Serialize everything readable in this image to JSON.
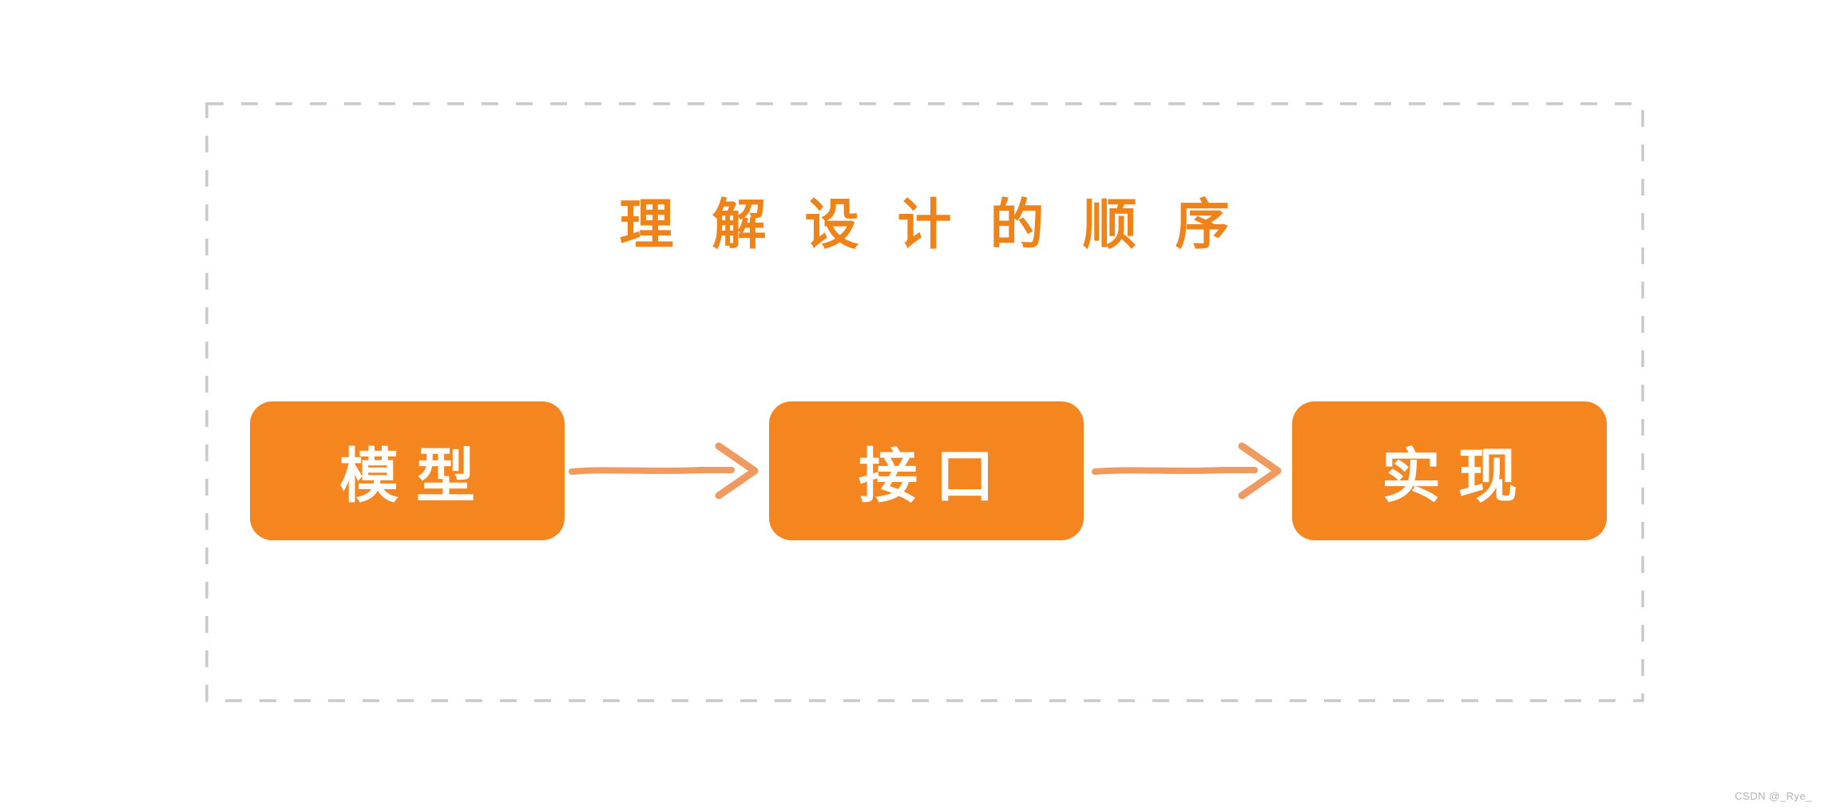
{
  "diagram": {
    "title": "理解设计的顺序",
    "colors": {
      "title": "#ef8318",
      "node_fill": "#f5861f",
      "node_text": "#ffffff",
      "arrow": "#f09a5f",
      "frame_border": "#c9c9c9",
      "watermark": "#b3b3b3"
    },
    "nodes": [
      {
        "id": "model",
        "label": "模型"
      },
      {
        "id": "interface",
        "label": "接口"
      },
      {
        "id": "implementation",
        "label": "实现"
      }
    ],
    "arrows": [
      {
        "from": "model",
        "to": "interface"
      },
      {
        "from": "interface",
        "to": "implementation"
      }
    ]
  },
  "watermark": {
    "text": "CSDN @_Rye_"
  }
}
